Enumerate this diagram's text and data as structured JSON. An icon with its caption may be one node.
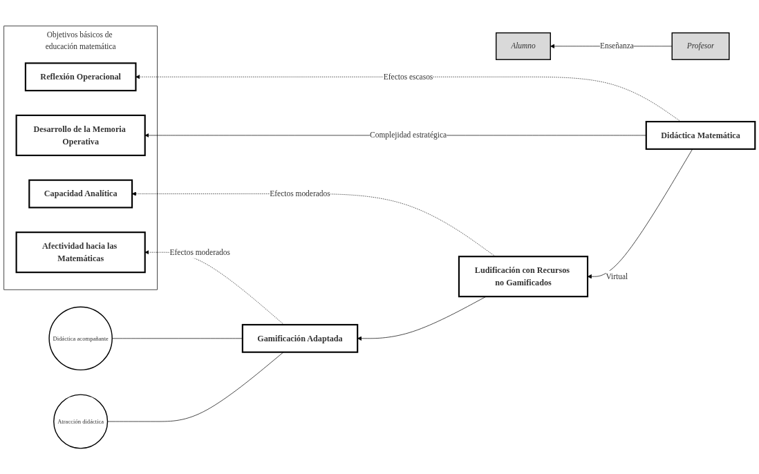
{
  "diagram": {
    "nodes": [
      {
        "text": [
          "Alumno"
        ]
      },
      {
        "text": [
          "Profesor"
        ]
      },
      {
        "text": [
          "Objetivos básicos de educación matemática"
        ]
      },
      {
        "text": [
          "Reflexión Operacional"
        ],
        "in": 2
      },
      {
        "text": [
          "Desarrollo de la Memoria Operativa"
        ],
        "in": 2
      },
      {
        "text": [
          "Capacidad Analítica"
        ],
        "in": 2
      },
      {
        "text": [
          "Afectividad hacia las Matemáticas"
        ],
        "in": 2
      },
      {
        "text": [
          "Didáctica Matemática"
        ]
      },
      {
        "text": [
          "Ludificación con Recursos no Gamificados"
        ]
      },
      {
        "text": [
          "Gamificación Adaptada"
        ]
      },
      {
        "text": [
          "Didáctica acompañante"
        ]
      },
      {
        "text": [
          "Atracción didáctica"
        ]
      }
    ],
    "edges": [
      {
        "from": 1,
        "to": 0,
        "arrow": "to",
        "label": "Enseñanza"
      },
      {
        "from": 7,
        "to": 3,
        "arrow": "to",
        "label": "Efectos escasos",
        "style": "dashed"
      },
      {
        "from": 7,
        "to": 4,
        "arrow": "to",
        "label": "Complejidad estratégica"
      },
      {
        "from": 7,
        "to": 8,
        "arrow": "to",
        "label": "Virtual"
      },
      {
        "from": 8,
        "to": 5,
        "arrow": "to",
        "label": "Efectos moderados",
        "style": "dashed"
      },
      {
        "from": 8,
        "to": 9,
        "arrow": "to"
      },
      {
        "from": 9,
        "to": 6,
        "arrow": "to",
        "label": "Efectos moderados",
        "style": "dashed"
      },
      {
        "from": 9,
        "to": 10,
        "arrow": "none"
      },
      {
        "from": 9,
        "to": 11,
        "arrow": "none"
      }
    ]
  }
}
